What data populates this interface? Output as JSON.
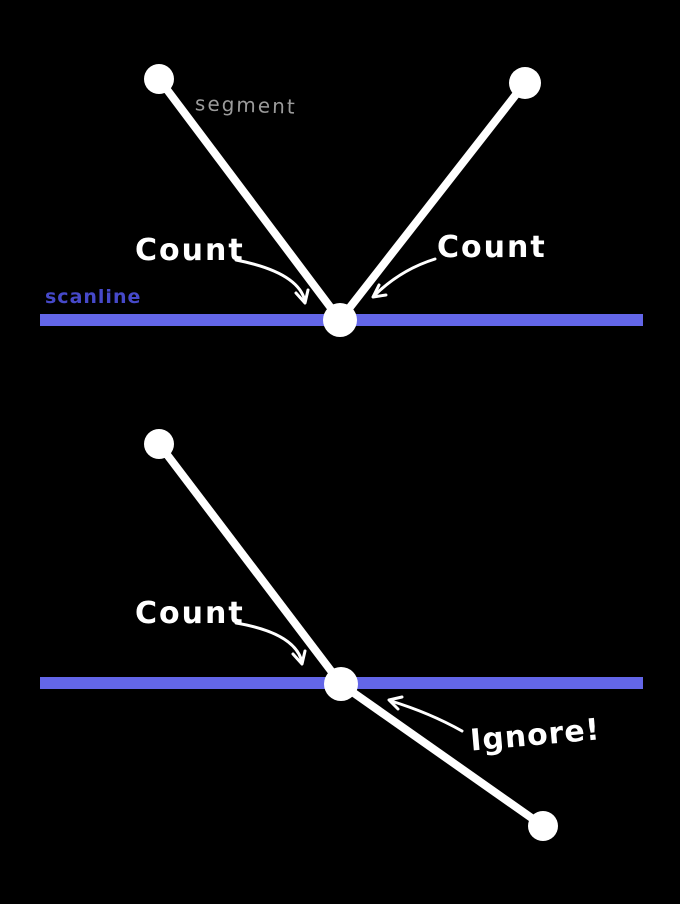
{
  "colors": {
    "background": "#000000",
    "shape": "#ffffff",
    "scanline": "#6366e8",
    "scanline_label": "#4649c9",
    "segment_label": "#9b9b9b"
  },
  "top_diagram": {
    "segment_label": "segment",
    "count_left_label": "Count",
    "count_right_label": "Count",
    "scanline_label": "scanline"
  },
  "bottom_diagram": {
    "count_label": "Count",
    "ignore_label": "Ignore!"
  }
}
